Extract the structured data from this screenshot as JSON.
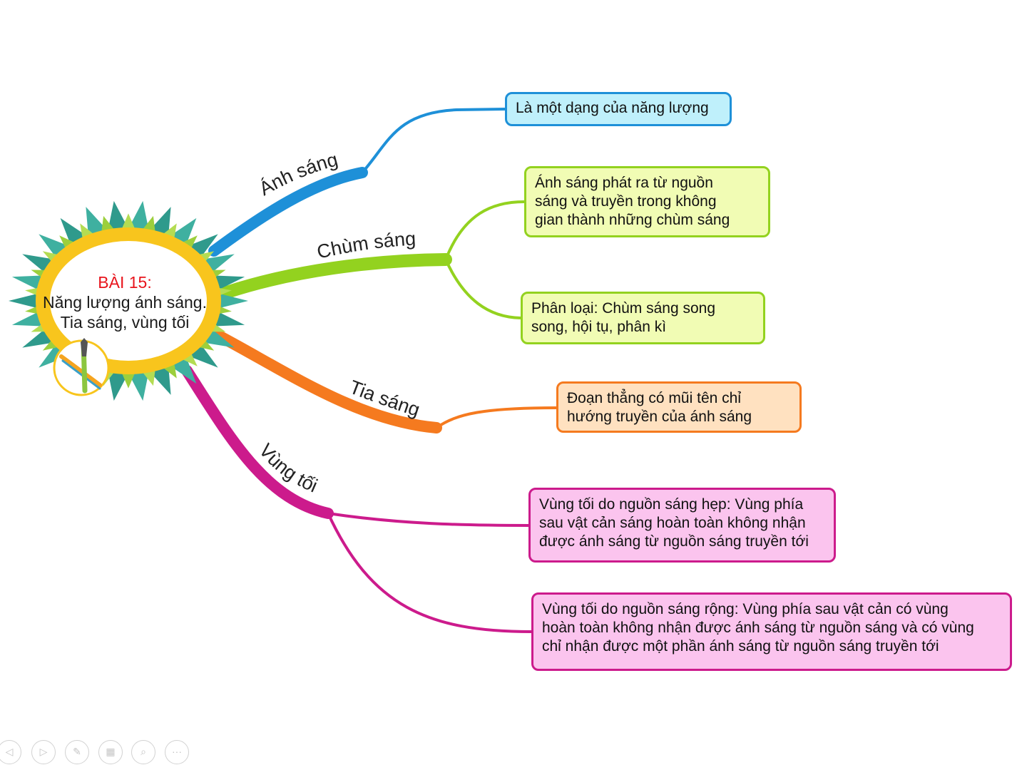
{
  "center": {
    "lesson": "BÀI 15:",
    "line1": "Năng lượng ánh sáng.",
    "line2": "Tia sáng, vùng tối"
  },
  "branches": {
    "anh_sang": {
      "label": "Ánh sáng",
      "color": "#1e90d8",
      "box_lines": [
        "Là một dạng của năng lượng"
      ],
      "box_fill": "#bff0fb"
    },
    "chum_sang": {
      "label": "Chùm sáng",
      "color": "#93d21f",
      "box1_lines": [
        "Ánh sáng phát ra từ nguồn",
        "sáng và truyền trong không",
        "gian thành những chùm sáng"
      ],
      "box2_lines": [
        "Phân loại: Chùm sáng song",
        "song, hội tụ, phân kì"
      ],
      "box_fill": "#f1fcb4"
    },
    "tia_sang": {
      "label": "Tia sáng",
      "color": "#f57a1f",
      "box_lines": [
        "Đoạn thẳng có mũi tên chỉ",
        "hướng truyền của ánh sáng"
      ],
      "box_fill": "#ffe1c0"
    },
    "vung_toi": {
      "label": "Vùng tối",
      "color": "#cc1b8c",
      "box1_lines": [
        "Vùng tối do nguồn sáng hẹp: Vùng phía",
        "sau vật cản sáng hoàn toàn không nhận",
        "được ánh sáng từ nguồn sáng truyền tới"
      ],
      "box2_lines": [
        "Vùng tối do nguồn sáng rộng: Vùng phía sau vật cản có vùng",
        "hoàn toàn không nhận được ánh sáng từ nguồn sáng và có vùng",
        "chỉ nhận được một phần ánh sáng từ nguồn sáng truyền tới"
      ],
      "box_fill": "#fbc4ee"
    }
  },
  "toolbar": {
    "icons": [
      "prev-icon",
      "next-icon",
      "pen-icon",
      "slides-icon",
      "zoom-icon",
      "more-icon"
    ],
    "glyphs": [
      "◁",
      "▷",
      "✎",
      "▦",
      "⌕",
      "···"
    ]
  }
}
